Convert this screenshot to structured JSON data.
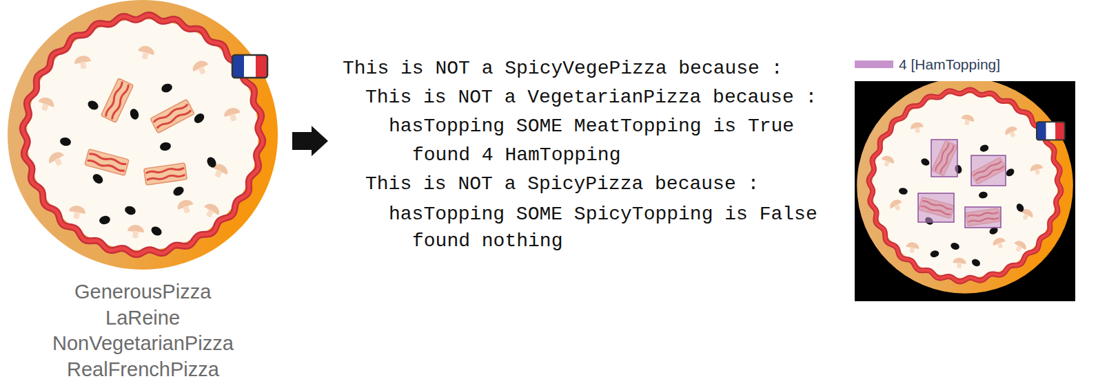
{
  "diagram": {
    "labels": [
      "GenerousPizza",
      "LaReine",
      "NonVegetarianPizza",
      "RealFrenchPizza",
      "This is NOT a SpicyVegePizza because :",
      "This is NOT a VegetarianPizza because :",
      "hasTopping SOME MeatTopping is True",
      "found 4 HamTopping",
      "This is NOT a SpicyPizza because :",
      "hasTopping SOME SpicyTopping is False",
      "found nothing"
    ],
    "legend": [
      {
        "text": "4 [HamTopping]",
        "color": "#c793cc"
      }
    ]
  }
}
